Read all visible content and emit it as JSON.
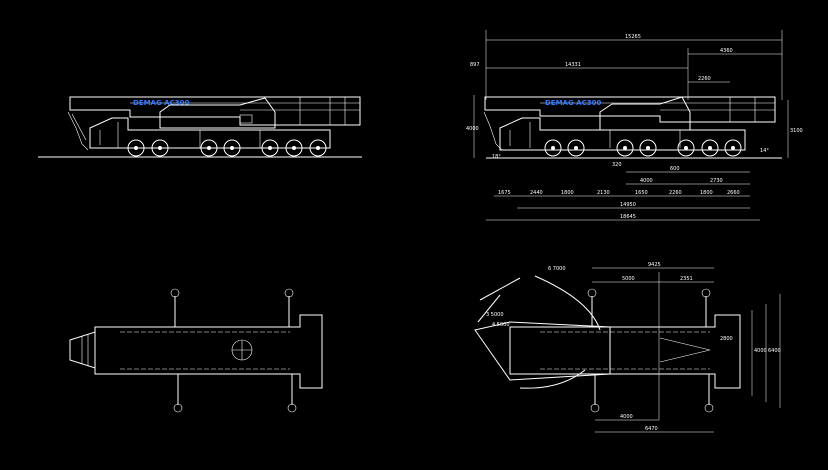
{
  "brand": {
    "label": "DEMAG AC300",
    "color": "#2f79ff"
  },
  "colors": {
    "background": "#000000",
    "lines": "#ffffff"
  },
  "side_view_dimensions": {
    "overall_length": "15265",
    "boom_length": "14331",
    "rear_overhang": "4360",
    "cab_offset": "2260",
    "front_overhang": "897",
    "height": "4000",
    "width_side": "3100",
    "approach_angle": "18°",
    "departure_angle": "14°",
    "ground_clearance": "320",
    "axle_a": "4000",
    "axle_b": "2730",
    "axle_c": "600",
    "axle_spacing": [
      "1675",
      "2440",
      "1800",
      "2130",
      "1650",
      "2260",
      "1800",
      "2660"
    ],
    "wheelbase": "14950",
    "total_length": "18645"
  },
  "top_view_dimensions": {
    "outrigger_span": "9425",
    "half_span_a": "5000",
    "half_span_b": "2351",
    "radius": "6 7000",
    "swing_a": "3 5000",
    "swing_b": "4 5000",
    "width_inner": "2800",
    "width_mid": "4000",
    "width_outer": "6400",
    "bottom_a": "4000",
    "bottom_b": "6470"
  }
}
